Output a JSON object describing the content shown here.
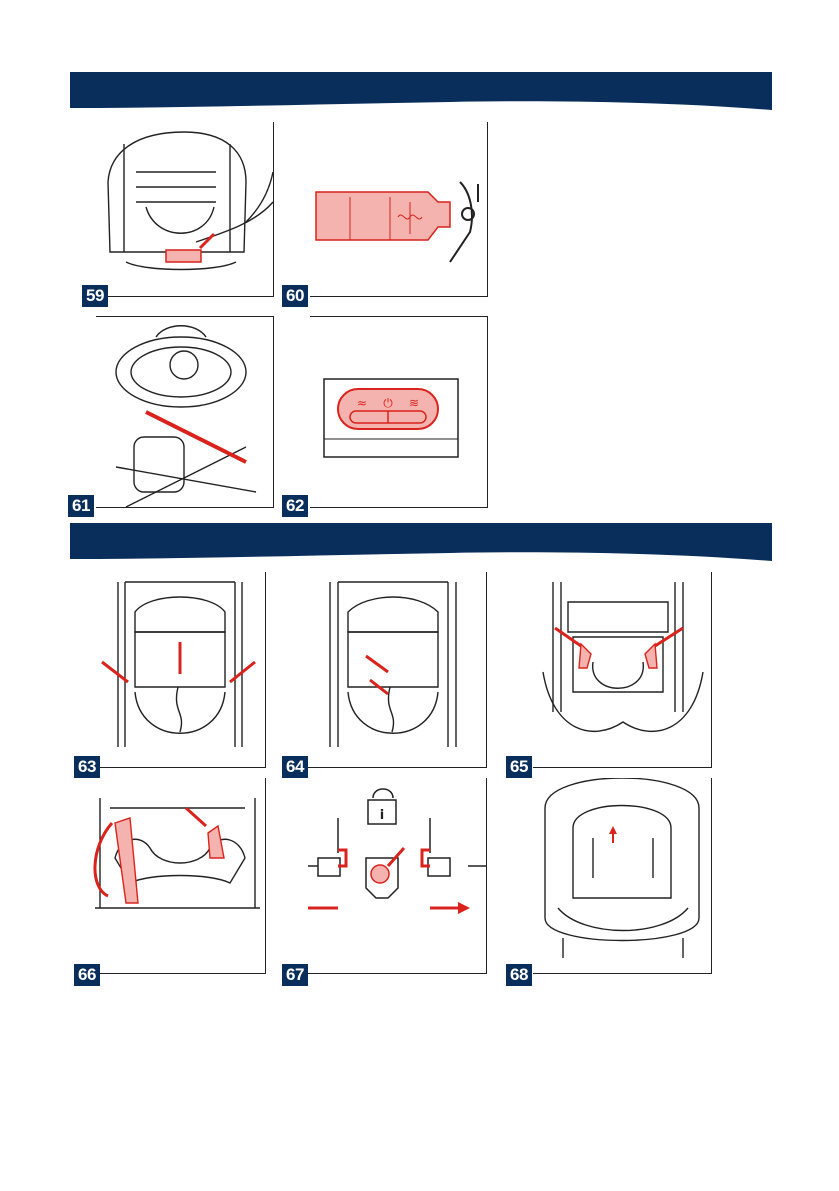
{
  "figures": [
    {
      "number": "59",
      "subject": "bassinet-insert-removal"
    },
    {
      "number": "60",
      "subject": "battery-compartment"
    },
    {
      "number": "61",
      "subject": "swing-seat-power-cord"
    },
    {
      "number": "62",
      "subject": "speed-power-control"
    },
    {
      "number": "63",
      "subject": "seat-harness-fasteners"
    },
    {
      "number": "64",
      "subject": "crotch-strap-release"
    },
    {
      "number": "65",
      "subject": "shoulder-pad-removal"
    },
    {
      "number": "66",
      "subject": "harness-pad-removal"
    },
    {
      "number": "67",
      "subject": "buckle-release"
    },
    {
      "number": "68",
      "subject": "shoulder-strap-threading"
    }
  ],
  "control_symbols": {
    "slow": "≈",
    "power": "⏻",
    "fast": "≋"
  },
  "colors": {
    "banner": "#0a2e5c",
    "highlight": "#d9231c",
    "highlight_fill": "#f4b3ae"
  }
}
